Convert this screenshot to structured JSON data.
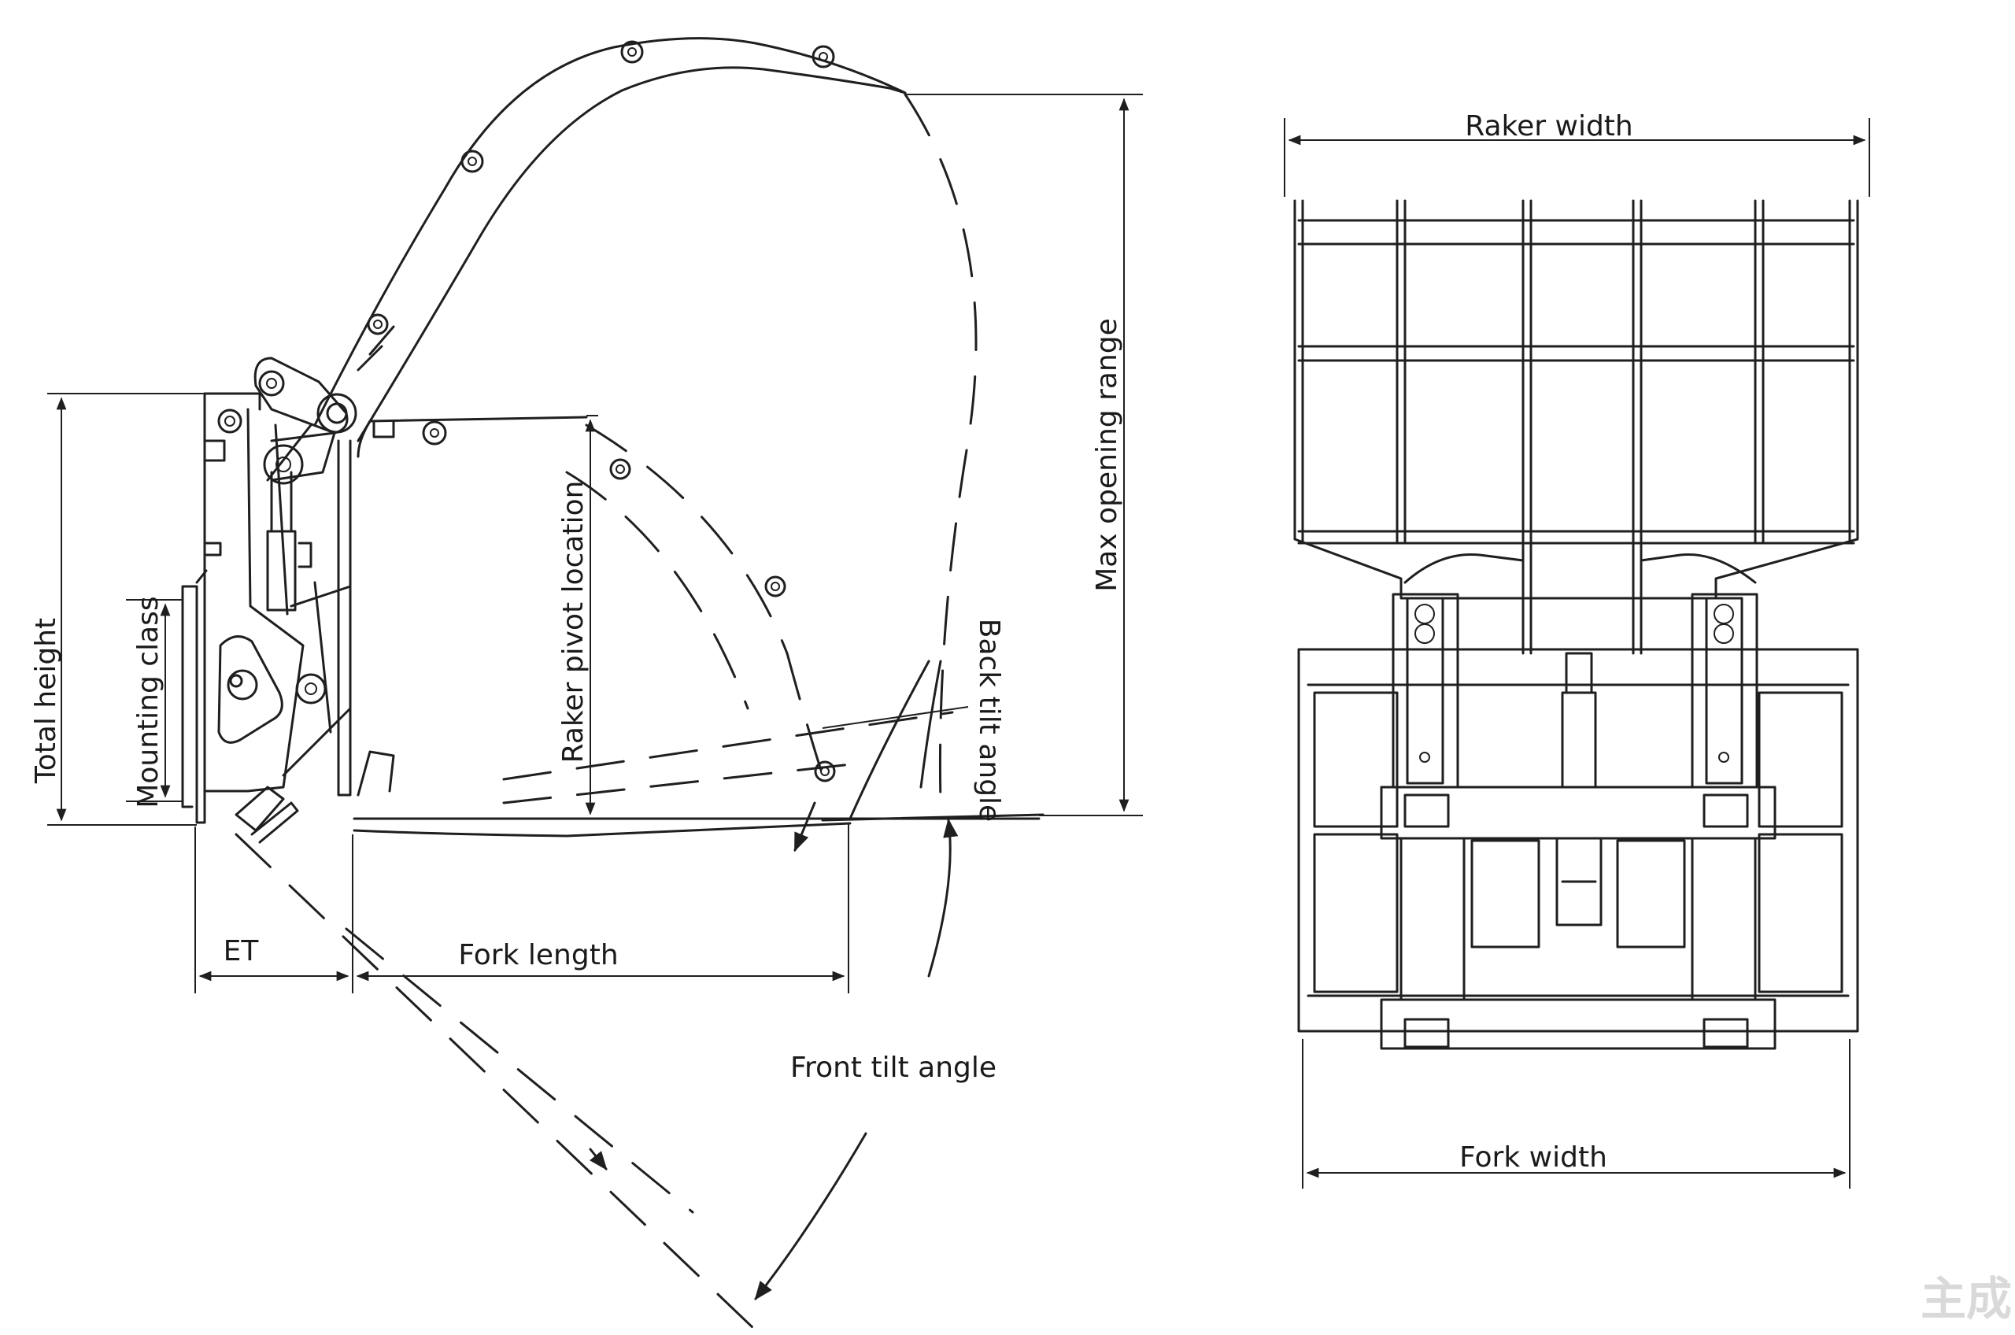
{
  "side_view": {
    "total_height": "Total height",
    "mounting_class": "Mounting class",
    "raker_pivot_location": "Raker pivot location",
    "max_opening_range": "Max opening range",
    "back_tilt_angle": "Back tilt angle",
    "et": "ET",
    "fork_length": "Fork length",
    "front_tilt_angle": "Front tilt angle"
  },
  "front_view": {
    "raker_width": "Raker width",
    "fork_width": "Fork width"
  },
  "watermark": "主成",
  "colors": {
    "line": "#1f1f1f",
    "background": "#ffffff",
    "watermark": "#d9d9d9"
  }
}
